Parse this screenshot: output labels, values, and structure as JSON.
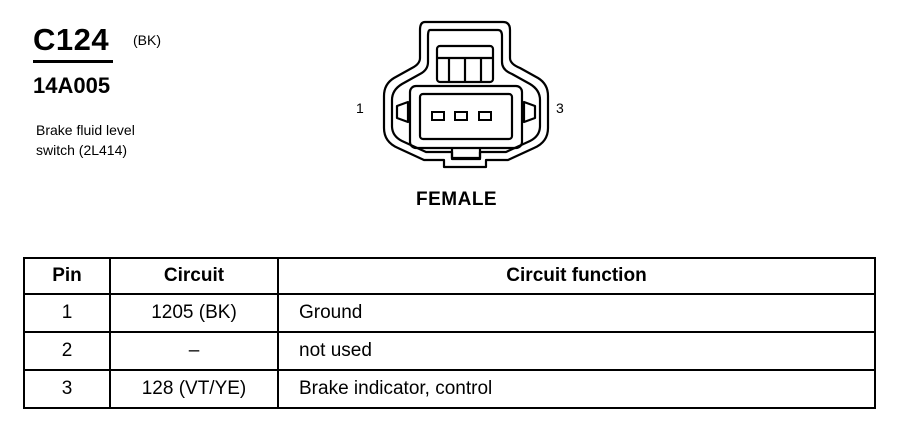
{
  "header": {
    "connector_id": "C124",
    "connector_color": "(BK)",
    "part_number": "14A005",
    "description_line1": "Brake fluid level",
    "description_line2": "switch (2L414)"
  },
  "diagram": {
    "pin_left_label": "1",
    "pin_right_label": "3",
    "gender": "FEMALE"
  },
  "table": {
    "headers": [
      "Pin",
      "Circuit",
      "Circuit function"
    ],
    "rows": [
      [
        "1",
        "1205 (BK)",
        "Ground"
      ],
      [
        "2",
        "–",
        "not used"
      ],
      [
        "3",
        "128 (VT/YE)",
        "Brake indicator, control"
      ]
    ]
  }
}
